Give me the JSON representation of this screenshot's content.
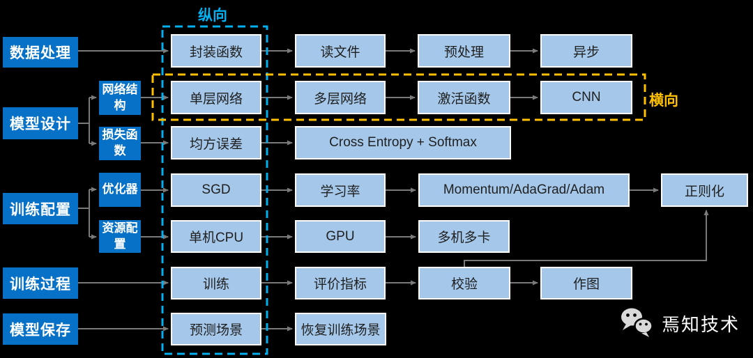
{
  "palette": {
    "background": "#000000",
    "stage_fill": "#0671C6",
    "step_fill": "#A5C8EA",
    "step_border": "#FDFDFD",
    "step_text": "#1F1F1F",
    "arrow": "#7A7A7A",
    "vertical_accent": "#00B0F0",
    "horizontal_accent": "#FFC000",
    "brand_text": "#FFFFFF",
    "wechat_icon": "#D9D9D9"
  },
  "group_labels": {
    "vertical": "纵向",
    "horizontal": "横向"
  },
  "stages": {
    "data_processing": "数据处理",
    "model_design": "模型设计",
    "train_config": "训练配置",
    "train_process": "训练过程",
    "model_save": "模型保存"
  },
  "categories": {
    "network_structure": "网络结构",
    "loss_function": "损失函数",
    "optimizer": "优化器",
    "resource_config": "资源配置"
  },
  "steps": {
    "wrap_function": "封装函数",
    "read_file": "读文件",
    "preprocess": "预处理",
    "async": "异步",
    "single_layer": "单层网络",
    "multi_layer": "多层网络",
    "activation": "激活函数",
    "cnn": "CNN",
    "mse": "均方误差",
    "cross_entropy": "Cross Entropy + Softmax",
    "sgd": "SGD",
    "learning_rate": "学习率",
    "momentum": "Momentum/AdaGrad/Adam",
    "regularization": "正则化",
    "single_cpu": "单机CPU",
    "gpu": "GPU",
    "multi_machine": "多机多卡",
    "train": "训练",
    "metrics": "评价指标",
    "validation": "校验",
    "plot": "作图",
    "predict_scene": "预测场景",
    "resume_scene": "恢复训练场景"
  },
  "brand": {
    "name": "焉知技术",
    "icon": "wechat-icon"
  }
}
